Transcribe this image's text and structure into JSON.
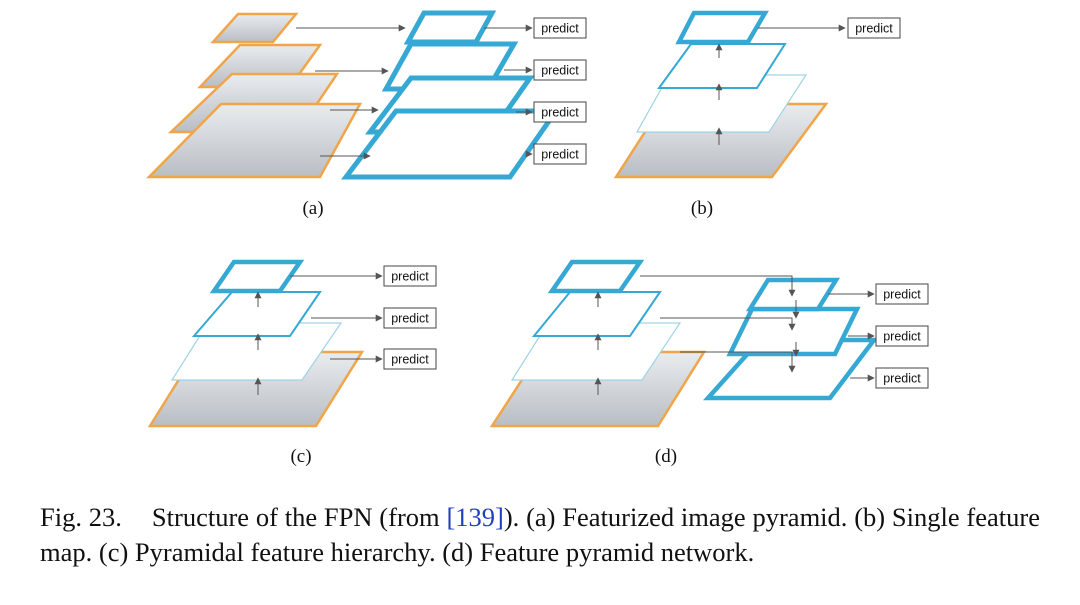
{
  "figure": {
    "panels": [
      {
        "id": "a",
        "label": "(a)",
        "title": "Featurized image pyramid",
        "predict": [
          "predict",
          "predict",
          "predict",
          "predict"
        ]
      },
      {
        "id": "b",
        "label": "(b)",
        "title": "Single feature map",
        "predict": [
          "predict"
        ]
      },
      {
        "id": "c",
        "label": "(c)",
        "title": "Pyramidal feature hierarchy",
        "predict": [
          "predict",
          "predict",
          "predict"
        ]
      },
      {
        "id": "d",
        "label": "(d)",
        "title": "Feature pyramid network",
        "predict": [
          "predict",
          "predict",
          "predict"
        ]
      }
    ],
    "colors": {
      "image_border": "#f0a548",
      "image_fill": "#d2d5d9",
      "feature_blue": "#35a8d4",
      "feature_light": "#9fd3e6",
      "arrow": "#555555",
      "reference": "#1f3fbf"
    }
  },
  "caption": {
    "label": "Fig. 23.",
    "text_before_ref": "Structure of the FPN (from ",
    "ref": "[139]",
    "text_after_ref": "). (a) Featurized image pyramid. (b) Single feature map. (c) Pyramidal feature hierarchy. (d) Feature pyramid network."
  }
}
